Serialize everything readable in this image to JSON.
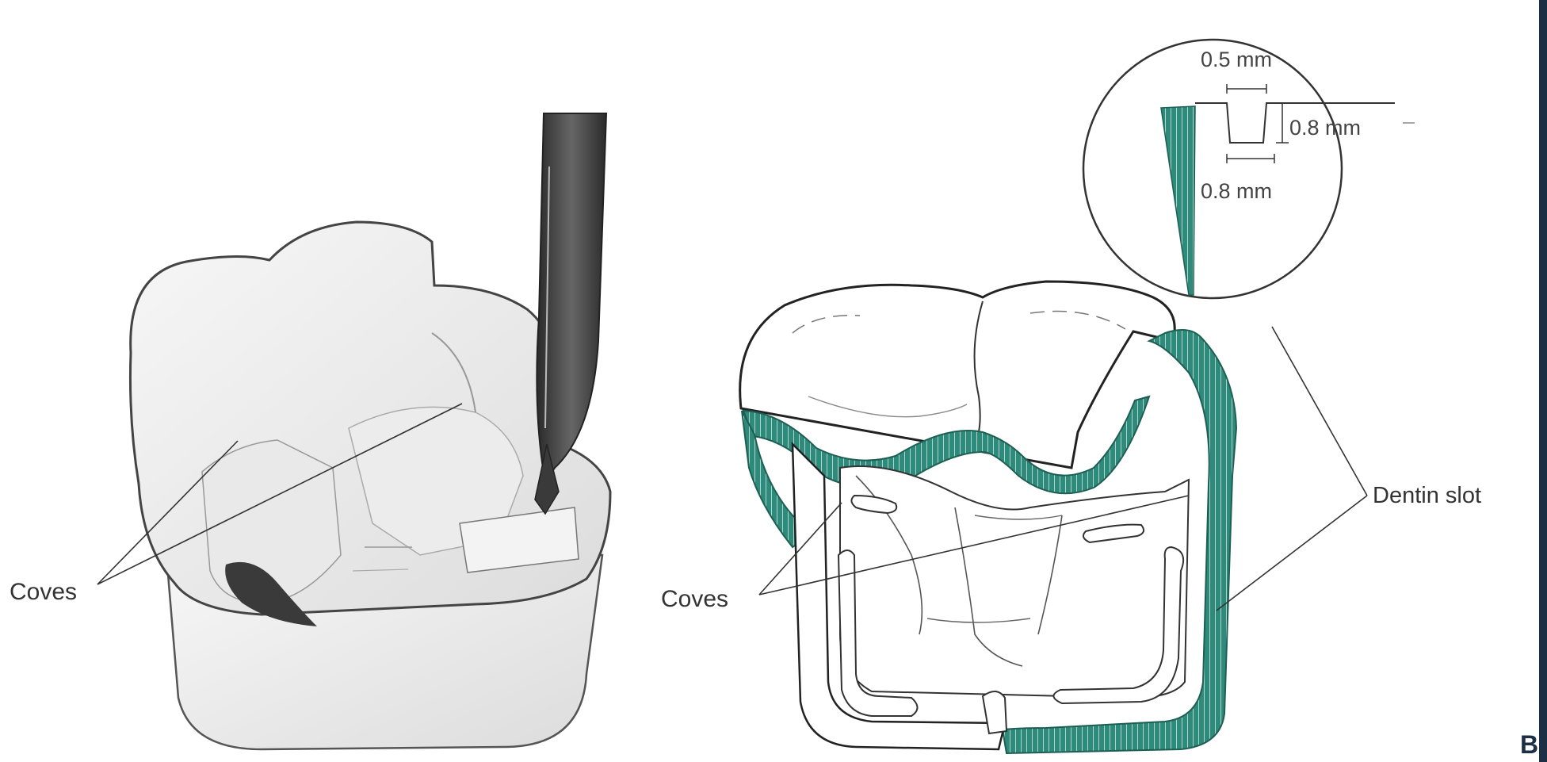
{
  "labels": {
    "left_coves": "Coves",
    "right_coves": "Coves",
    "dentin_slot": "Dentin slot",
    "dim_top": "0.5 mm",
    "dim_side": "0.8 mm",
    "dim_bottom": "0.8 mm",
    "panel_letter": "B"
  },
  "colors": {
    "accent": "#2e8a7a",
    "line": "#444444",
    "right_edge": "#1d2f44"
  },
  "icons": {
    "instrument": "dental-bur-instrument",
    "left_figure": "prepared-tooth-model",
    "right_figure": "tooth-occlusal-outline",
    "detail_circle": "magnified-slot-detail"
  }
}
